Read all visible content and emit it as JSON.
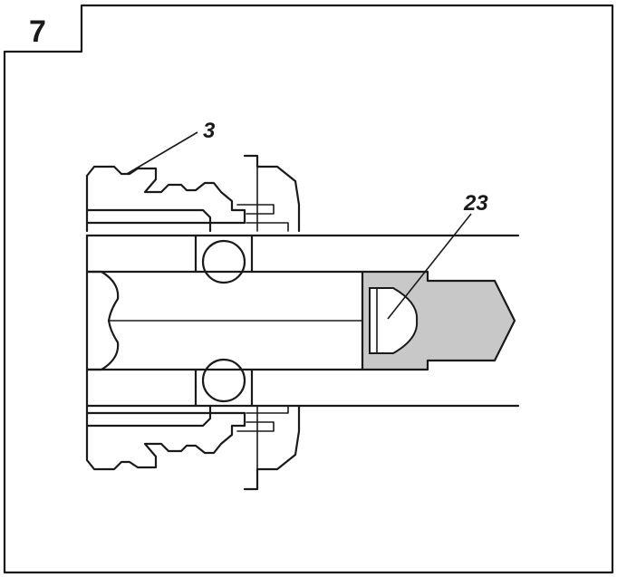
{
  "step": {
    "number": "7"
  },
  "callouts": [
    {
      "id": "part-3",
      "label": "3"
    },
    {
      "id": "part-23",
      "label": "23"
    }
  ],
  "colors": {
    "ink": "#1a1a1a",
    "part_23_fill": "#c8c8c8",
    "background": "#ffffff"
  }
}
